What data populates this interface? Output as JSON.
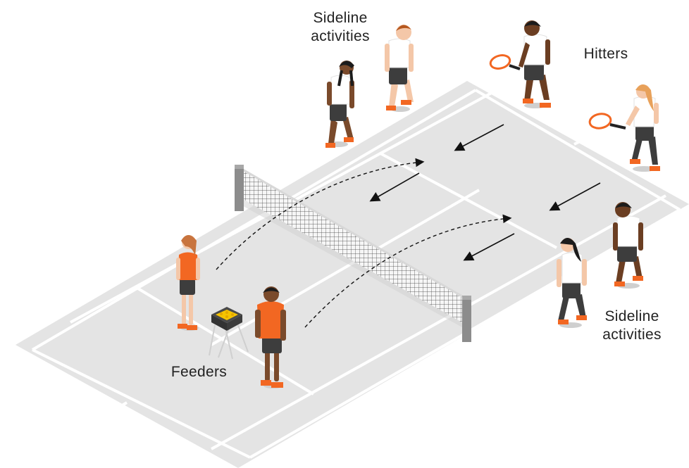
{
  "labels": {
    "sideline_top": [
      "Sideline",
      "activities"
    ],
    "hitters": "Hitters",
    "sideline_bottom": [
      "Sideline",
      "activities"
    ],
    "feeders": "Feeders"
  },
  "colors": {
    "court": "#e4e4e4",
    "court_lines": "#ffffff",
    "feeder_shirt": "#f26722",
    "hitter_shirt": "#ffffff",
    "shorts": "#3d3d3d",
    "shoes": "#f26722",
    "net_post": "#8c8c8c",
    "racket": "#f26722",
    "arrows": "#111111"
  },
  "icons": [
    "tennis-net",
    "ball-basket",
    "tennis-racket",
    "arrow",
    "dashed-ball-path"
  ]
}
